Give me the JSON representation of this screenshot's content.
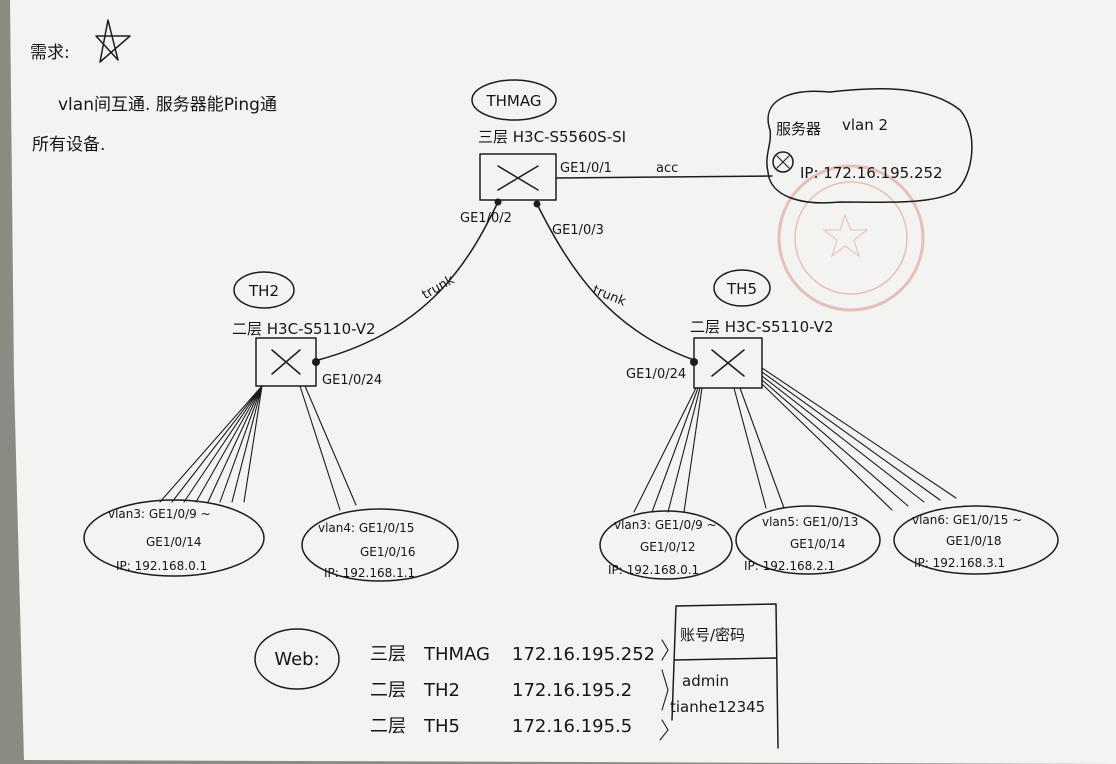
{
  "requirements": {
    "heading": "需求:",
    "line1": "vlan间互通. 服务器能Ping通",
    "line2": "所有设备."
  },
  "core": {
    "name": "THMAG",
    "model": "三层 H3C-S5560S-SI",
    "port_server": "GE1/0/1",
    "port_left": "GE1/0/2",
    "port_right": "GE1/0/3"
  },
  "server": {
    "title": "服务器",
    "vlan": "vlan 2",
    "ip": "IP: 172.16.195.252"
  },
  "links": {
    "server_link": "acc",
    "left_link": "trunk",
    "right_link": "trunk"
  },
  "th2": {
    "name": "TH2",
    "model": "二层 H3C-S5110-V2",
    "uplink_port": "GE1/0/24",
    "groups": [
      {
        "line1": "vlan3: GE1/0/9 ~",
        "line2": "GE1/0/14",
        "ip": "IP: 192.168.0.1"
      },
      {
        "line1": "vlan4: GE1/0/15",
        "line2": "GE1/0/16",
        "ip": "IP: 192.168.1.1"
      }
    ]
  },
  "th5": {
    "name": "TH5",
    "model": "二层 H3C-S5110-V2",
    "uplink_port": "GE1/0/24",
    "groups": [
      {
        "line1": "vlan3: GE1/0/9 ~",
        "line2": "GE1/0/12",
        "ip": "IP: 192.168.0.1"
      },
      {
        "line1": "vlan5: GE1/0/13",
        "line2": "GE1/0/14",
        "ip": "IP: 192.168.2.1"
      },
      {
        "line1": "vlan6: GE1/0/15 ~",
        "line2": "GE1/0/18",
        "ip": "IP: 192.168.3.1"
      }
    ]
  },
  "web": {
    "title": "Web:",
    "rows": [
      {
        "layer": "三层",
        "name": "THMAG",
        "ip": "172.16.195.252"
      },
      {
        "layer": "二层",
        "name": "TH2",
        "ip": "172.16.195.2"
      },
      {
        "layer": "二层",
        "name": "TH5",
        "ip": "172.16.195.5"
      }
    ]
  },
  "credentials": {
    "header": "账号/密码",
    "user": "admin",
    "password": "tianhe12345"
  },
  "colors": {
    "ink": "#1c1c1c",
    "paper": "#f3f3f1",
    "stamp": "#e2a9a0"
  }
}
